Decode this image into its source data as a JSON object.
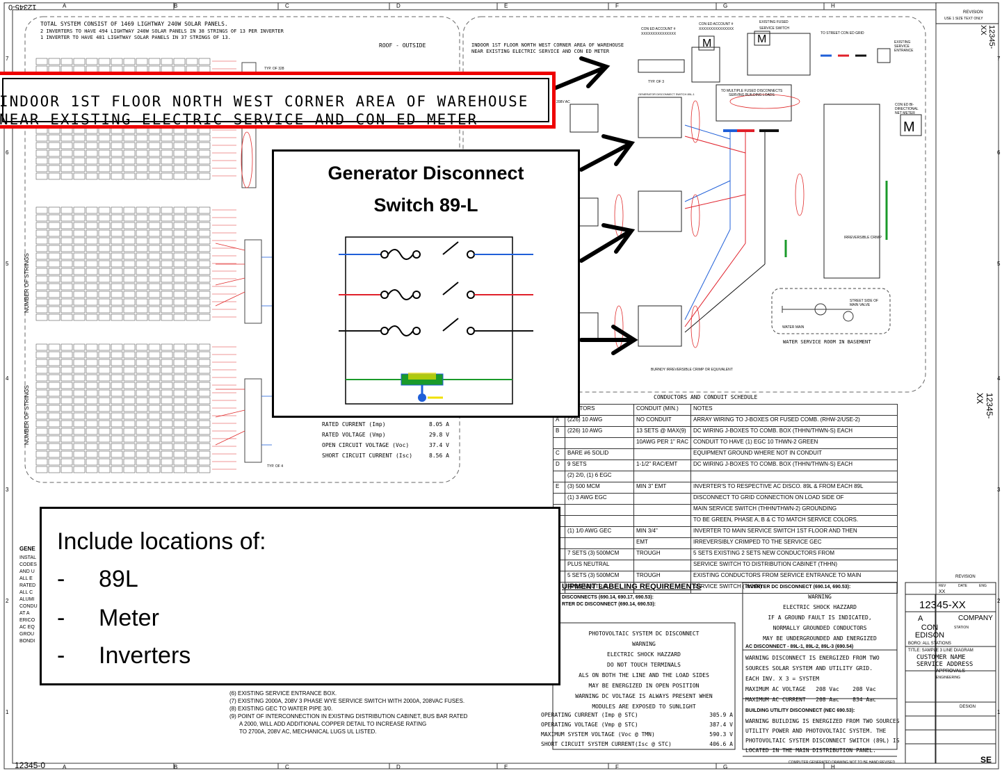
{
  "sheet": {
    "drawing_no": "12345-XX",
    "corner_tag": "12345-0",
    "side_tag": "12345-XX",
    "system_note_1": "TOTAL SYSTEM CONSIST OF 1469 LIGHTWAY 240W SOLAR PANELS.",
    "system_note_2": "2 INVERTERS TO HAVE 494 LIGHTWAY 240W SOLAR PANELS IN 38 STRINGS OF 13 PER INVERTER",
    "system_note_3": "1 INVERTER TO HAVE 481 LIGHTWAY SOLAR PANELS IN 37 STRINGS OF 13.",
    "roof_label": "ROOF - OUTSIDE",
    "indoor_label_1": "INDOOR 1ST FLOOR NORTH WEST CORNER AREA OF WAREHOUSE",
    "indoor_label_2": "NEAR EXISTING ELECTRIC SERVICE AND CON ED METER",
    "con_ed_account": "CON ED ACCOUNT #",
    "account_mask": "XXXXXXXXXXXXXXX",
    "existing_fused_switch": "EXISTING FUSED SERVICE SWITCH",
    "to_street": "TO STREET CON ED GRID",
    "existing_service_entrance": "EXISTING SERVICE ENTRANCE",
    "to_multiple": "TO MULTIPLE FUSED DISCONNECTS SERVING BUILDING LOADS",
    "con_ed_meter": "CON ED BI-DIRECTIONAL NET METER",
    "irreversible_crimp": "IRREVERSIBLE CRIMP",
    "burndy": "BURNDY IRREVERSIBLE CRIMP OR EQUIVALENT",
    "water_service": "WATER SERVICE ROOM IN BASEMENT",
    "street_side": "STREET SIDE OF MAIN VALVE",
    "water_main": "WATER MAIN",
    "gen_disc_small": "GENERATOR DISCONNECT SWITCH 89L-1",
    "number_of_strings": "NUMBER OF STRINGS",
    "typ_of_4": "TYP. OF 4",
    "typ_of_3": "TYP. OF 3",
    "typ_of_328": "TYP. OF 328",
    "v208": "208V AC",
    "rated_current": "RATED CURRENT (Imp)",
    "rated_current_v": "8.05 A",
    "rated_voltage": "RATED VOLTAGE (Vmp)",
    "rated_voltage_v": "29.8 V",
    "open_circuit": "OPEN CIRCUIT VOLTAGE (Voc)",
    "open_circuit_v": "37.4 V",
    "short_circuit": "SHORT CIRCUIT CURRENT (Isc)",
    "short_circuit_v": "8.56 A",
    "gen_notes_title": "GENE",
    "gen_note_lines": [
      "INSTAL",
      "CODES",
      "AND U",
      "ALL E",
      "RATED",
      "ALL C",
      "ALUMI",
      "CONDU",
      "AT A",
      "ERICO",
      "AC EQ",
      "GROU",
      "BONDI"
    ],
    "keynotes": [
      "(6) EXISTING SERVICE ENTRANCE BOX.",
      "(7) EXISTING 2000A, 208V 3 PHASE WYE SERVICE SWITCH WITH 2000A, 208VAC FUSES.",
      "(8) EXISTING GEC TO WATER PIPE 3/0.",
      "(9) POINT OF INTERCONNECTION IN EXISTING DISTRIBUTION CABINET, BUS BAR RATED",
      "A 2000, WILL ADD ADDITIONAL COPPER DETAIL TO INCREASE RATING",
      "TO 2700A, 208V AC, MECHANICAL LUGS UL LISTED."
    ],
    "schedule_title": "CONDUCTORS AND CONDUIT SCHEDULE",
    "schedule_headers": [
      "",
      "DUCTORS",
      "CONDUIT (MIN.)",
      "NOTES"
    ],
    "schedule_rows": [
      [
        "A",
        "(226) 10 AWG",
        "NO CONDUIT",
        "ARRAY WIRING TO J-BOXES OR FUSED COMB. (RHW-2/USE-2)"
      ],
      [
        "B",
        "(226) 10 AWG",
        "13 SETS @ MAX(9)",
        "DC WIRING J-BOXES TO COMB. BOX (THHN/THWN-S) EACH"
      ],
      [
        "",
        "",
        "10AWG PER 1\" RAC",
        "CONDUIT TO HAVE (1) EGC 10 THWN-2 GREEN"
      ],
      [
        "C",
        "BARE #6 SOLID",
        "",
        "EQUIPMENT GROUND WHERE NOT IN CONDUIT"
      ],
      [
        "D",
        "9 SETS",
        "1-1/2\" RAC/EMT",
        "DC WIRING J-BOXES TO COMB. BOX (THHN/THWN-S) EACH"
      ],
      [
        "",
        "(2) 2/0, (1) 6 EGC",
        "",
        ""
      ],
      [
        "E",
        "(3) 500 MCM",
        "MIN 3\" EMT",
        "INVERTER'S TO RESPECTIVE AC DISCO. 89L & FROM EACH 89L"
      ],
      [
        "",
        "(1) 3 AWG EGC",
        "",
        "DISCONNECT TO GRID CONNECTION ON LOAD SIDE OF"
      ],
      [
        "",
        "",
        "",
        "MAIN SERVICE SWITCH (THHN/THWN-2) GROUNDING"
      ],
      [
        "",
        "",
        "",
        "TO BE GREEN, PHASE A, B & C TO MATCH SERVICE COLORS."
      ],
      [
        "",
        "(1) 1/0 AWG GEC",
        "MIN 3/4\"",
        "INVERTER TO MAIN SERVICE SWITCH 1ST FLOOR AND THEN"
      ],
      [
        "",
        "",
        "EMT",
        "IRREVERSIBLY CRIMPED TO THE SERVICE GEC"
      ],
      [
        "",
        "7 SETS (3) 500MCM",
        "TROUGH",
        "5 SETS EXISTING 2 SETS NEW CONDUCTORS FROM"
      ],
      [
        "",
        "PLUS NEUTRAL",
        "",
        "SERVICE SWITCH TO DISTRIBUTION CABINET (THHN)"
      ],
      [
        "",
        "5 SETS (3) 500MCM",
        "TROUGH",
        "EXISTING CONDUCTORS FROM SERVICE ENTRANCE TO MAIN"
      ],
      [
        "",
        "PLUS NEUTRAL",
        "",
        "SERVICE SWITCH (THHN)"
      ]
    ],
    "labeling_title": "UIPMENT LABELING REQUIREMENTS",
    "labeling_1": "DISCONNECTS (690.14, 690.17, 690.53):",
    "labeling_2": "RTER DC DISCONNECT (690.14, 690.53):",
    "pv_label": [
      "PHOTOVOLTAIC SYSTEM DC DISCONNECT",
      "WARNING",
      "ELECTRIC SHOCK HAZZARD",
      "DO NOT TOUCH TERMINALS",
      "ALS ON BOTH THE LINE AND THE LOAD SIDES",
      "MAY BE ENERGIZED IN OPEN POSITION",
      "WARNING DC VOLTAGE IS ALWAYS PRESENT WHEN",
      "MODULES ARE EXPOSED TO SUNLIGHT"
    ],
    "operating_rows": [
      [
        "OPERATING CURRENT (Imp @ STC)",
        "305.9 A"
      ],
      [
        "OPERATING VOLTAGE (Vmp @ STC)",
        "387.4 V"
      ],
      [
        "MAXIMUM SYSTEM VOLTAGE (Voc @ TMN)",
        "590.3 V"
      ],
      [
        "SHORT CIRCUIT SYSTEM CURRENT(Isc @ STC)",
        "406.6 A"
      ]
    ],
    "inv_dc_title": "INVERTER DC DISCONNECT (690.14, 690.53):",
    "inv_dc_lines": [
      "WARNING",
      "ELECTRIC SHOCK HAZZARD",
      "IF A GROUND FAULT IS INDICATED,",
      "NORMALLY GROUNDED CONDUCTORS",
      "MAY BE UNDERGROUNDED AND ENERGIZED"
    ],
    "ac_disc_title": "AC DISCONNECT - 89L-1, 89L-2, 89L-3 (690.54)",
    "ac_disc_lines": [
      "WARNING DISCONNECT IS ENERGIZED FROM TWO",
      "SOURCES SOLAR SYSTEM AND UTILITY GRID.",
      "EACH INV. X 3 = SYSTEM",
      "MAXIMUM AC VOLTAGE   208 Vac    208 Vac",
      "MAXIMUM AC CURRENT   208 Aac    834 Aac"
    ],
    "bldg_title": "BUILDING UTILITY DISCONNECT (NEC 690.53):",
    "bldg_lines": [
      "WARNING BUILDING IS ENERGIZED FROM TWO SOURCES",
      "UTILITY POWER AND PHOTOVOLTAIC SYSTEM.  THE",
      "PHOTOVOLTAIC SYSTEM DISCONNECT SWITCH (89L) IS",
      "LOCATED IN THE MAIN DISTRIBUTION PANEL."
    ],
    "computer_gen": "COMPUTER GENERATED DRAWING NOT TO BE HAND REVISED",
    "title_block": {
      "revision": "REVISION",
      "use_note": "USE 1 SIZE TEXT ONLY",
      "rev_cols": [
        "REV",
        "DATE",
        "ENG"
      ],
      "rev": "XX",
      "dwg_no": "12345-XX",
      "rev_a": "A",
      "company": "COMPANY",
      "con_edison": "CON EDISON",
      "station": "STATION",
      "bord": "BORO: ALL STATIONS",
      "title": "TITLE: SAMPLE 3 LINE DIAGRAM",
      "customer": "CUSTOMER NAME",
      "service": "SERVICE ADDRESS",
      "approvals": "APPROVALS",
      "engineering": "ENGINEERING",
      "design": "DESIGN",
      "se": "SE"
    },
    "column_letters": [
      "A",
      "B",
      "C",
      "D",
      "E",
      "F",
      "G",
      "H"
    ],
    "row_numbers": [
      "7",
      "6",
      "5",
      "4",
      "3",
      "2",
      "1"
    ]
  },
  "callouts": {
    "indoor_line_1": "INDOOR 1ST FLOOR NORTH WEST CORNER AREA OF WAREHOUSE",
    "indoor_line_2": "NEAR EXISTING ELECTRIC SERVICE AND CON ED METER",
    "gen_title_1": "Generator Disconnect",
    "gen_title_2": "Switch 89-L",
    "include_head": "Include locations of:",
    "include_items": [
      "89L",
      "Meter",
      "Inverters"
    ]
  },
  "colors": {
    "red_frame": "#e00000",
    "phase_a": "#1f5fd8",
    "phase_b": "#e0202a",
    "phase_c": "#111111",
    "ground": "#1a9a2a",
    "neutral": "#f0e000"
  }
}
